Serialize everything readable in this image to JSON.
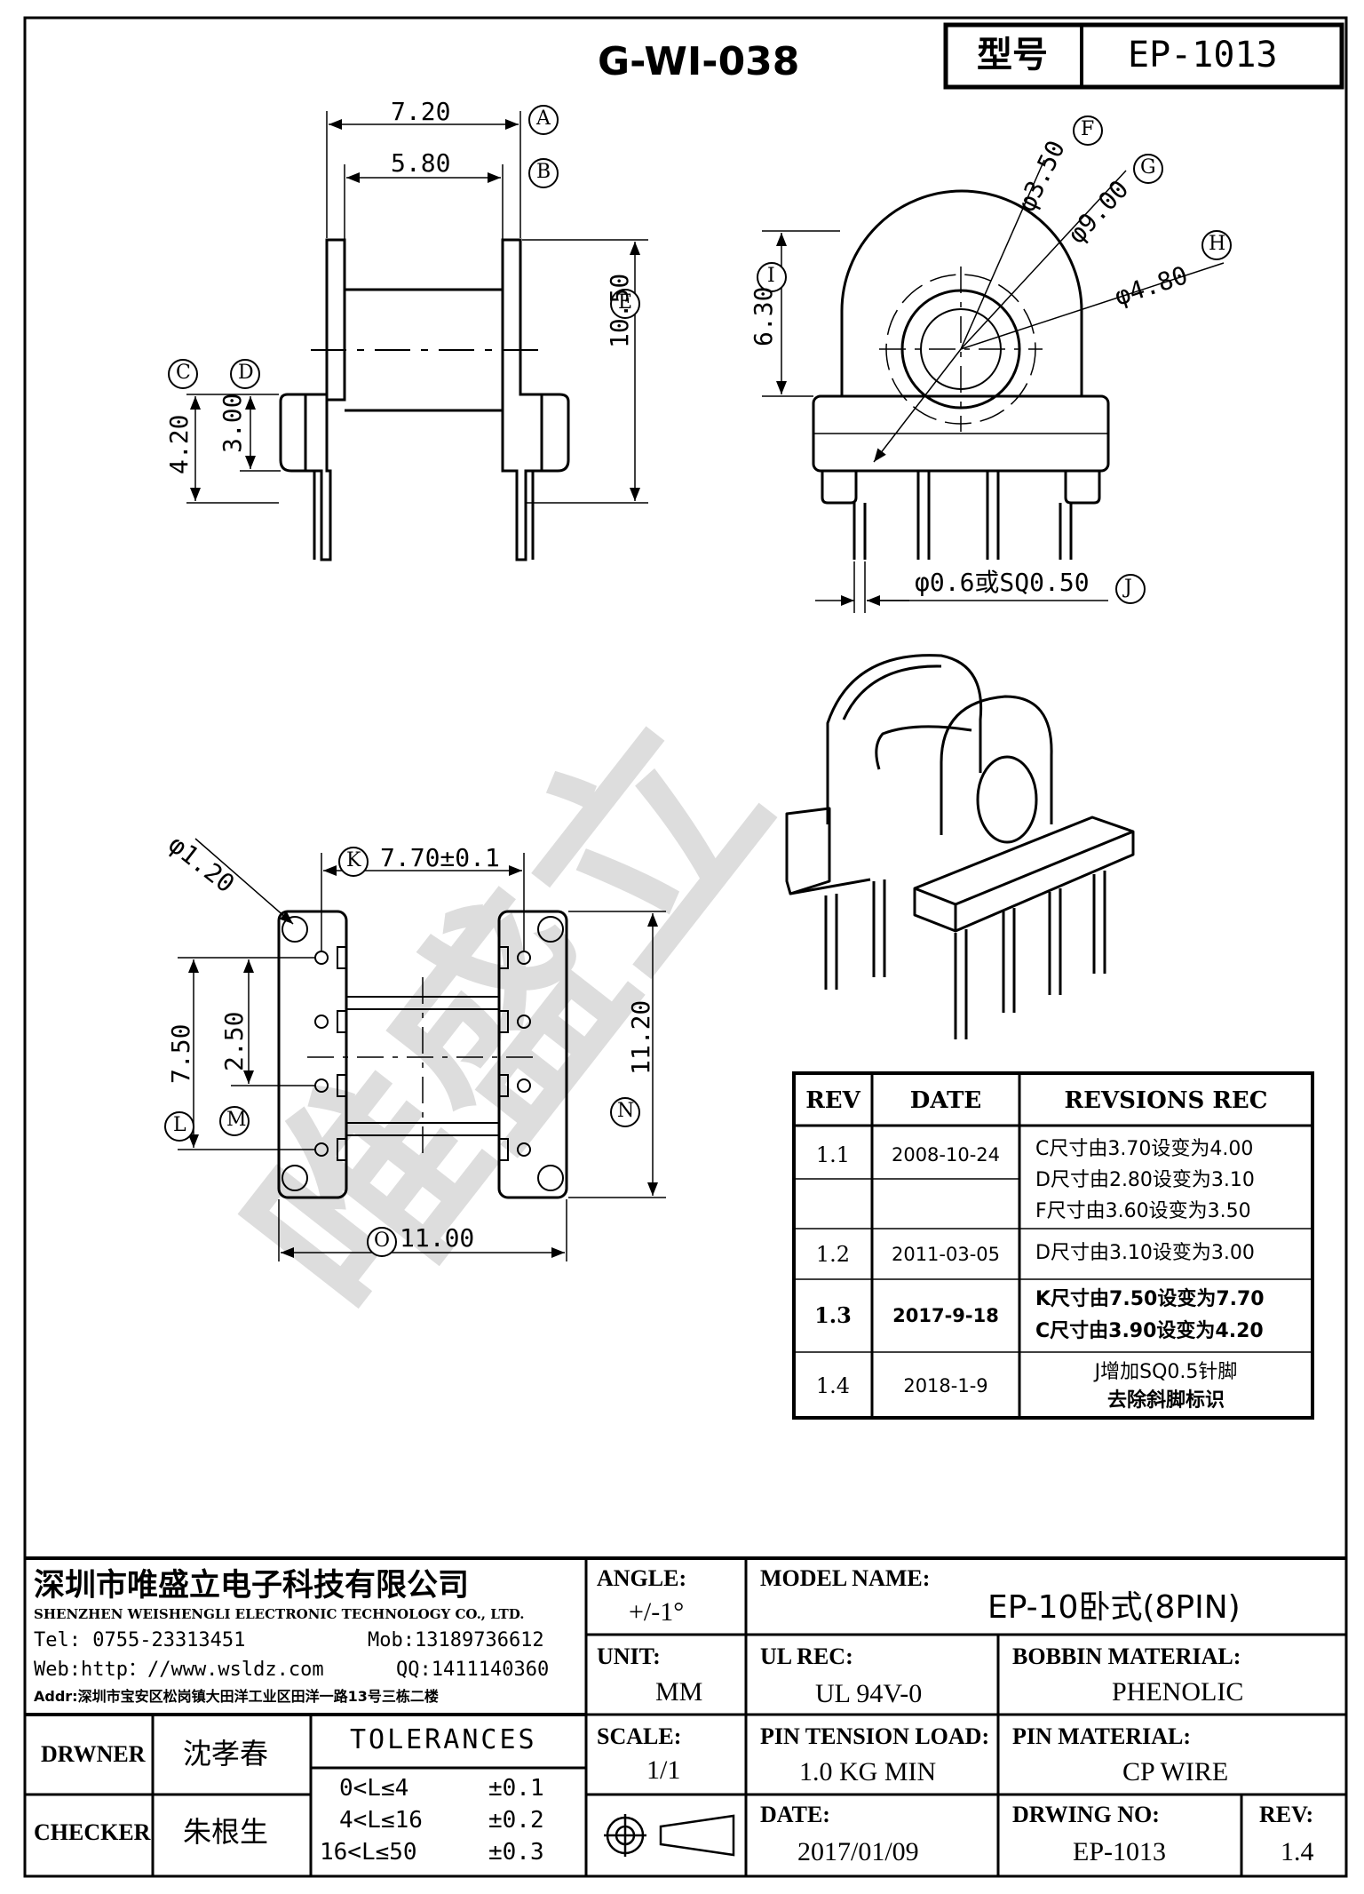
{
  "drawing_no_header": "G-WI-038",
  "model_label": "型号",
  "model_code": "EP-1013",
  "dims": {
    "A": "7.20",
    "B": "5.80",
    "E": "10.50",
    "C": "4.20",
    "D": "3.00",
    "I": "6.30",
    "F": "φ3.50",
    "G": "φ9.00",
    "H": "φ4.80",
    "J": "φ0.6或SQ0.50",
    "d120": "φ1.20",
    "K": "7.70±0.1",
    "L": "7.50",
    "M": "2.50",
    "N": "11.20",
    "O": "11.00"
  },
  "callouts": [
    "A",
    "B",
    "C",
    "D",
    "E",
    "F",
    "G",
    "H",
    "I",
    "J",
    "K",
    "L",
    "M",
    "N",
    "O"
  ],
  "watermark": "唯盛立",
  "revisions": {
    "headers": [
      "REV",
      "DATE",
      "REVSIONS REC"
    ],
    "rows": [
      {
        "rev": "1.1",
        "date": "2008-10-24",
        "rec": [
          "C尺寸由3.70设变为4.00",
          "D尺寸由2.80设变为3.10",
          "F尺寸由3.60设变为3.50"
        ]
      },
      {
        "rev": "1.2",
        "date": "2011-03-05",
        "rec": [
          "D尺寸由3.10设变为3.00"
        ]
      },
      {
        "rev": "1.3",
        "date": "2017-9-18",
        "rec": [
          "K尺寸由7.50设变为7.70",
          "C尺寸由3.90设变为4.20"
        ]
      },
      {
        "rev": "1.4",
        "date": "2018-1-9",
        "rec": [
          "J增加SQ0.5针脚",
          "去除斜脚标识"
        ]
      }
    ]
  },
  "company": {
    "name_cn": "深圳市唯盛立电子科技有限公司",
    "name_en": "SHENZHEN WEISHENGLI ELECTRONIC TECHNOLOGY CO., LTD.",
    "tel": "Tel: 0755-23313451",
    "mob": "Mob:13189736612",
    "web": "Web:http：//www.wsldz.com",
    "qq": "QQ:1411140360",
    "addr": "Addr:深圳市宝安区松岗镇大田洋工业区田洋一路13号三栋二楼"
  },
  "title_block": {
    "angle_label": "ANGLE:",
    "angle_value": "+/-1°",
    "unit_label": "UNIT:",
    "unit_value": "MM",
    "scale_label": "SCALE:",
    "scale_value": "1/1",
    "model_name_label": "MODEL NAME:",
    "model_name_value": "EP-10卧式(8PIN)",
    "ul_label": "UL REC:",
    "ul_value": "UL 94V-0",
    "bobbin_label": "BOBBIN MATERIAL:",
    "bobbin_value": "PHENOLIC",
    "pin_tension_label": "PIN TENSION LOAD:",
    "pin_tension_value": "1.0 KG MIN",
    "pin_material_label": "PIN MATERIAL:",
    "pin_material_value": "CP WIRE",
    "date_label": "DATE:",
    "date_value": "2017/01/09",
    "drwing_no_label": "DRWING NO:",
    "drwing_no_value": "EP-1013",
    "rev_label": "REV:",
    "rev_value": "1.4",
    "drawer_label": "DRWNER",
    "drawer_value": "沈孝春",
    "checker_label": "CHECKER",
    "checker_value": "朱根生",
    "tolerances_title": "TOLERANCES",
    "tolerances": [
      {
        "range": "0<L≤4",
        "tol": "±0.1"
      },
      {
        "range": "4<L≤16",
        "tol": "±0.2"
      },
      {
        "range": "16<L≤50",
        "tol": "±0.3"
      }
    ]
  }
}
